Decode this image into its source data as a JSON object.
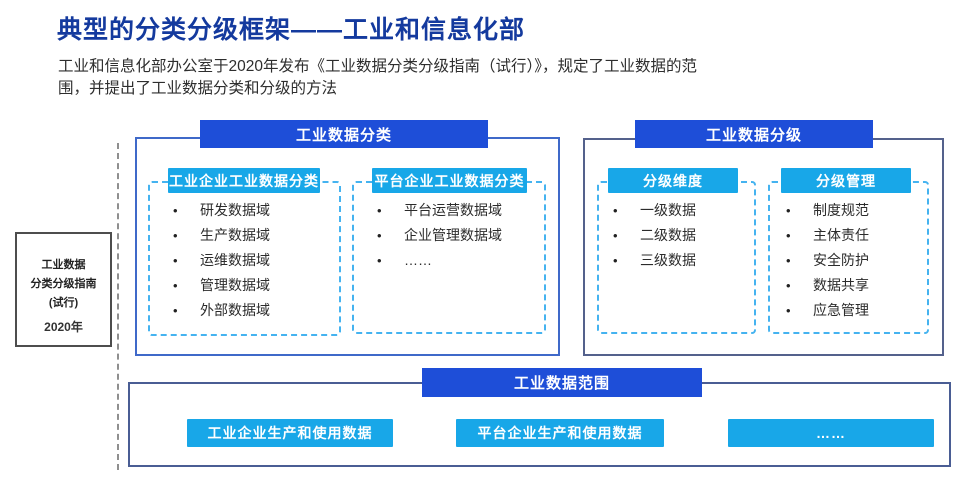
{
  "page": {
    "title": "典型的分类分级框架——工业和信息化部",
    "subtitle_line1": "工业和信息化部办公室于2020年发布《工业数据分类分级指南（试行）》，规定了工业数据的范",
    "subtitle_line2": "围，并提出了工业数据分类和分级的方法"
  },
  "doc_box": {
    "line1": "工业数据",
    "line2": "分类分级指南",
    "line3": "(试行)",
    "year": "2020年"
  },
  "sections": {
    "classification": {
      "title": "工业数据分类",
      "groups": [
        {
          "title": "工业企业工业数据分类",
          "items": [
            "研发数据域",
            "生产数据域",
            "运维数据域",
            "管理数据域",
            "外部数据域"
          ]
        },
        {
          "title": "平台企业工业数据分类",
          "items": [
            "平台运营数据域",
            "企业管理数据域",
            "……"
          ]
        }
      ]
    },
    "grading": {
      "title": "工业数据分级",
      "groups": [
        {
          "title": "分级维度",
          "items": [
            "一级数据",
            "二级数据",
            "三级数据"
          ]
        },
        {
          "title": "分级管理",
          "items": [
            "制度规范",
            "主体责任",
            "安全防护",
            "数据共享",
            "应急管理"
          ]
        }
      ]
    },
    "scope": {
      "title": "工业数据范围",
      "items": [
        "工业企业生产和使用数据",
        "平台企业生产和使用数据",
        "……"
      ]
    }
  },
  "colors": {
    "title_blue": "#143a9e",
    "header_blue": "#1e4ed8",
    "sub_header_cyan": "#18a7e8",
    "dashed_border_blue": "#45b3f0",
    "container_border_slate": "#54618c",
    "gray_dash": "#8f8f8f"
  }
}
